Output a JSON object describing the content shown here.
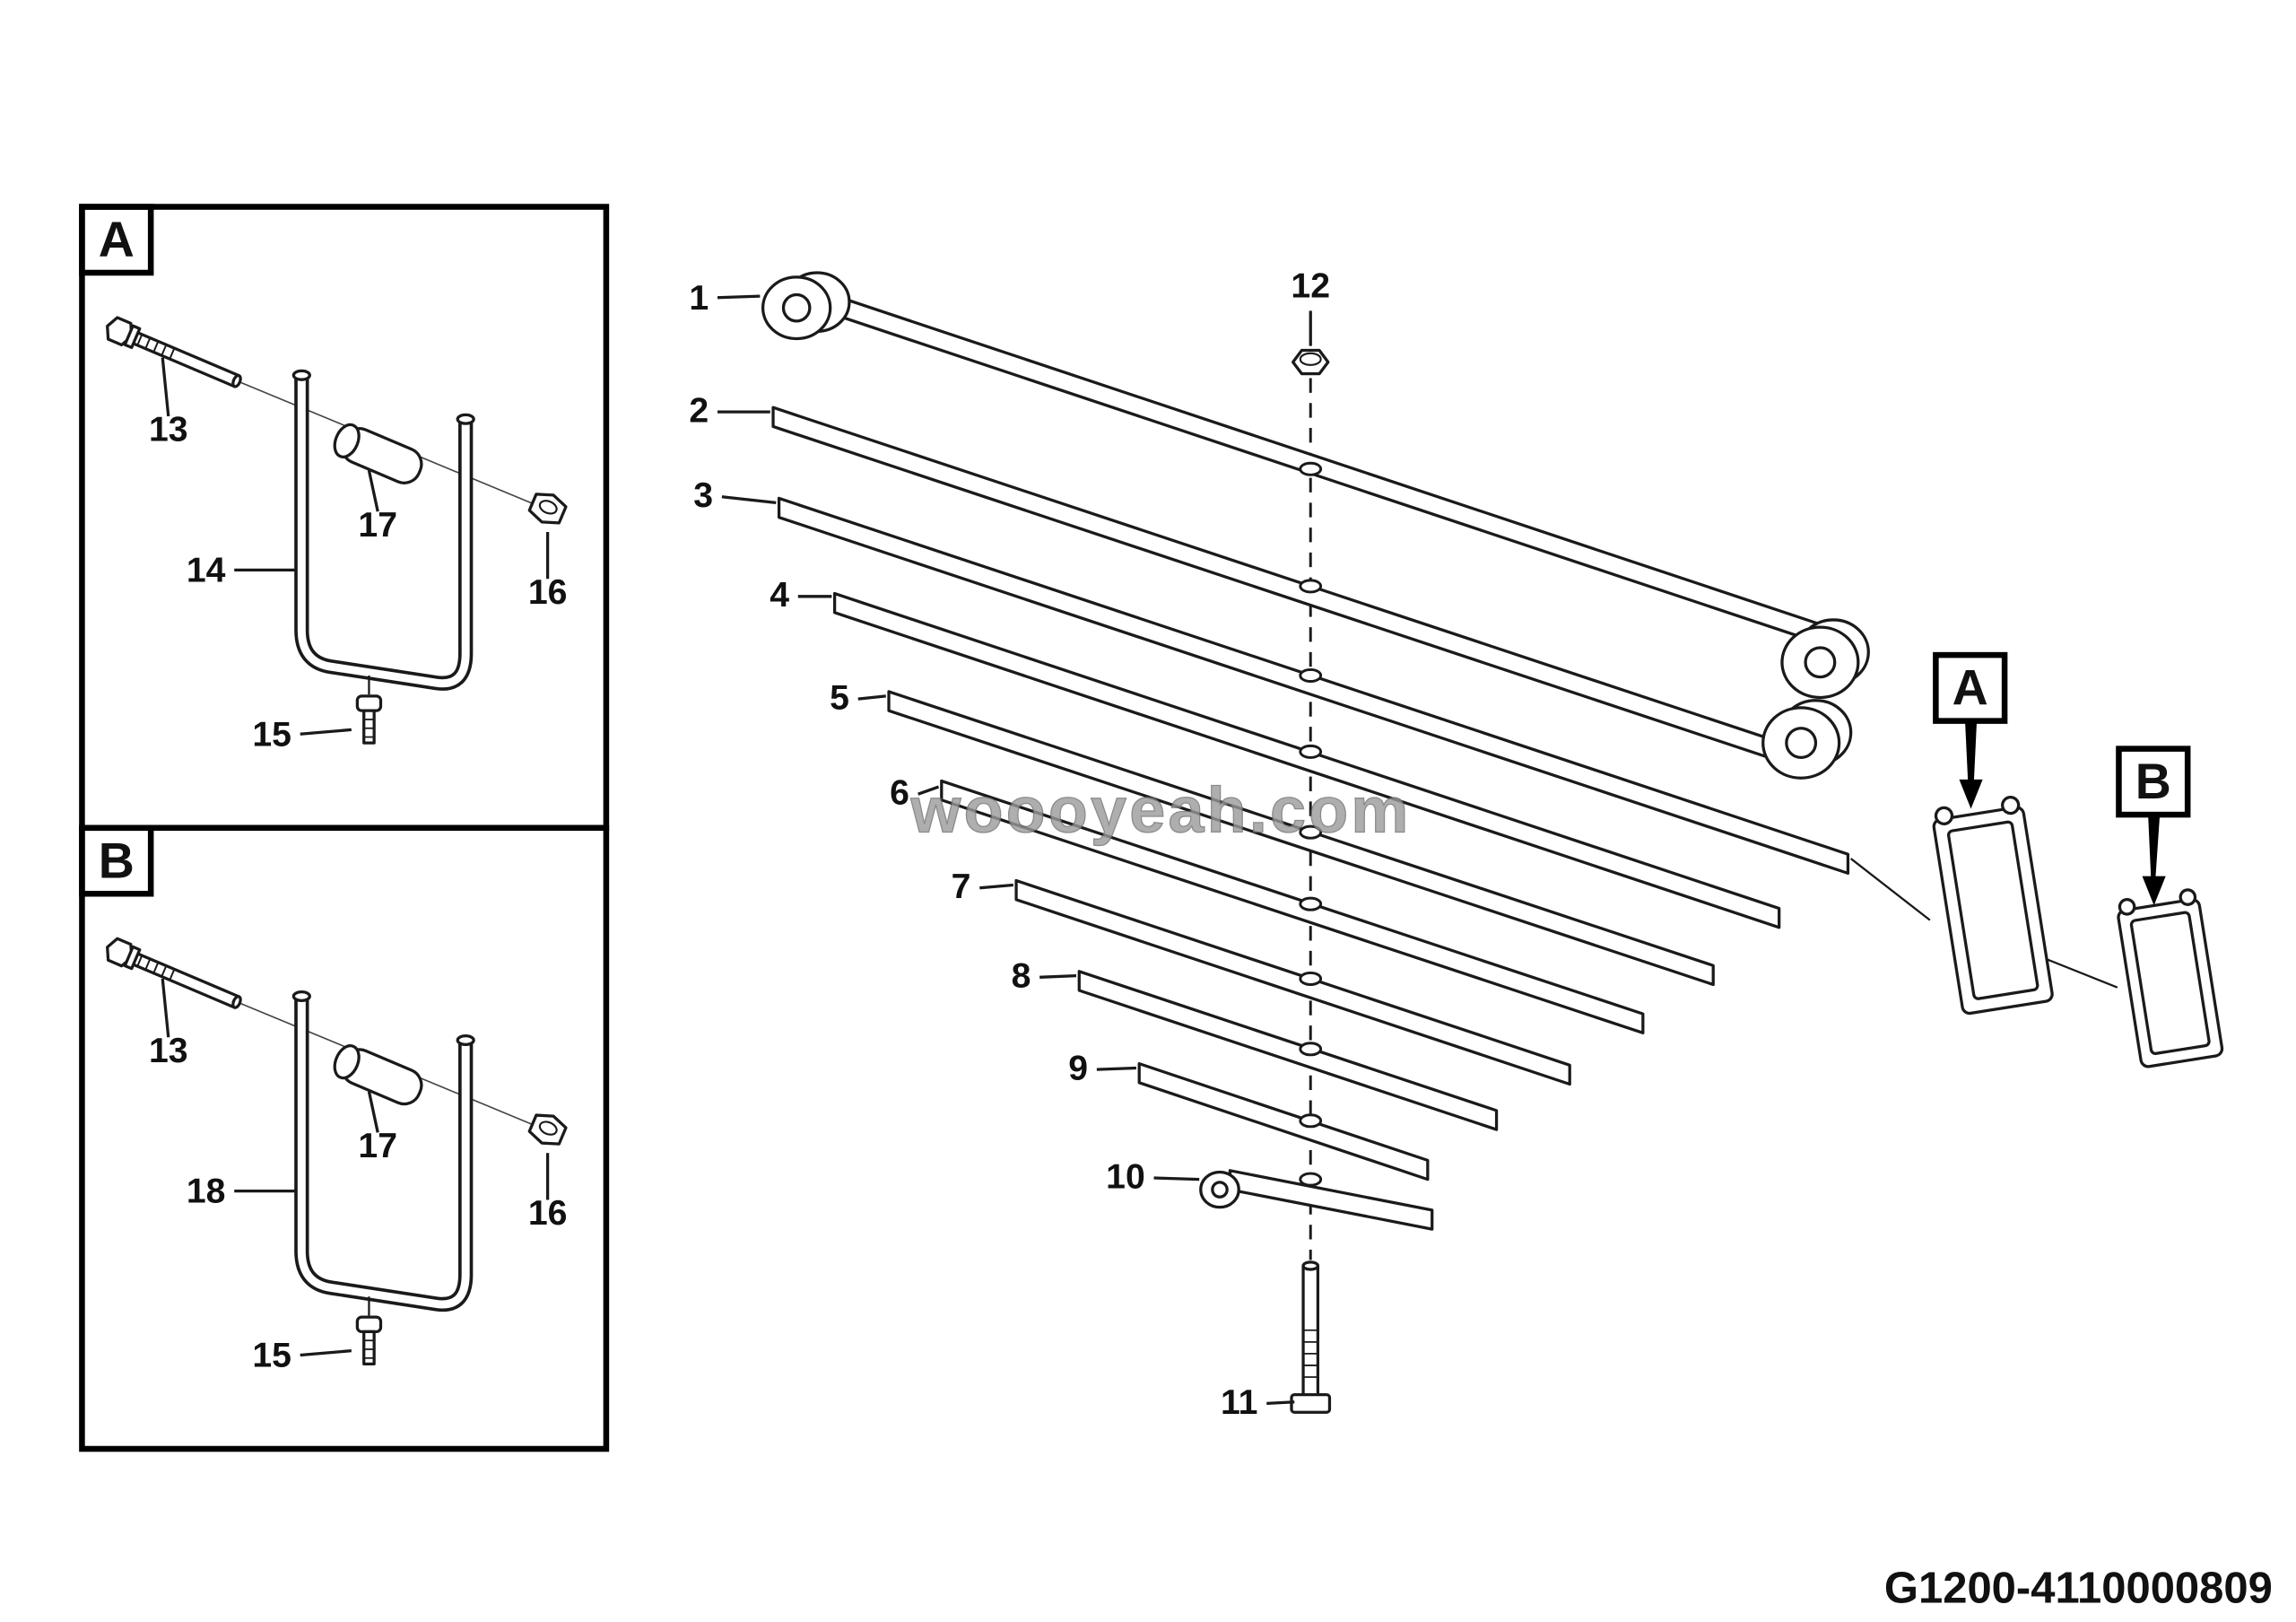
{
  "page": {
    "background": "#ffffff",
    "ink": "#1a1a1a",
    "watermark_text": "woooyeah.com",
    "doc_code": "G1200-4110000809"
  },
  "insets": [
    {
      "title": "A",
      "callouts": {
        "bolt": "13",
        "clamp": "14",
        "screw": "15",
        "nut": "16",
        "bushing": "17"
      }
    },
    {
      "title": "B",
      "callouts": {
        "bolt": "13",
        "clamp": "18",
        "screw": "15",
        "nut": "16",
        "bushing": "17"
      }
    }
  ],
  "main": {
    "callouts": [
      "1",
      "2",
      "3",
      "4",
      "5",
      "6",
      "7",
      "8",
      "9",
      "10",
      "11",
      "12"
    ]
  },
  "side_refs": [
    {
      "label": "A"
    },
    {
      "label": "B"
    }
  ]
}
